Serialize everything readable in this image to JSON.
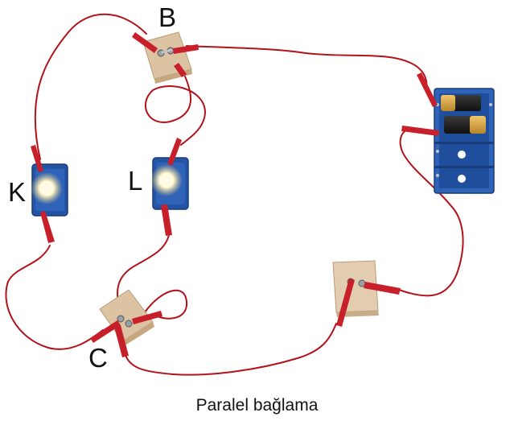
{
  "labels": {
    "b": "B",
    "k": "K",
    "l": "L",
    "c": "C"
  },
  "caption": "Paralel bağlama",
  "colors": {
    "wire": "#b3121a",
    "clip": "#c8202a",
    "holder_blue": "#2455a4",
    "wood": "#dcc3a2",
    "battery_gold": "#d9a441",
    "bulb_glow": "#fff6c8"
  }
}
